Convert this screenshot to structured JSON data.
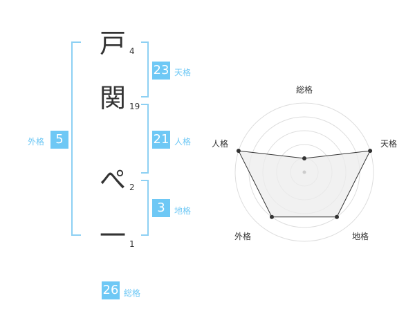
{
  "characters": [
    {
      "char": "戸",
      "strokes": "4"
    },
    {
      "char": "関",
      "strokes": "19"
    },
    {
      "char": "ぺ",
      "strokes": "2"
    },
    {
      "char": "一",
      "strokes": "1"
    }
  ],
  "fortunes": {
    "tenkaku": {
      "value": "23",
      "label": "天格"
    },
    "jinkaku": {
      "value": "21",
      "label": "人格"
    },
    "chikaku": {
      "value": "3",
      "label": "地格"
    },
    "gaikaku": {
      "value": "5",
      "label": "外格"
    },
    "soukaku": {
      "value": "26",
      "label": "総格"
    }
  },
  "radar": {
    "axes": [
      "総格",
      "天格",
      "地格",
      "外格",
      "人格"
    ],
    "levels": [
      1,
      5,
      4,
      4,
      5
    ],
    "max": 5
  },
  "colors": {
    "accent": "#6ec8f5",
    "bracket": "#8dd0f3",
    "text": "#333333"
  }
}
